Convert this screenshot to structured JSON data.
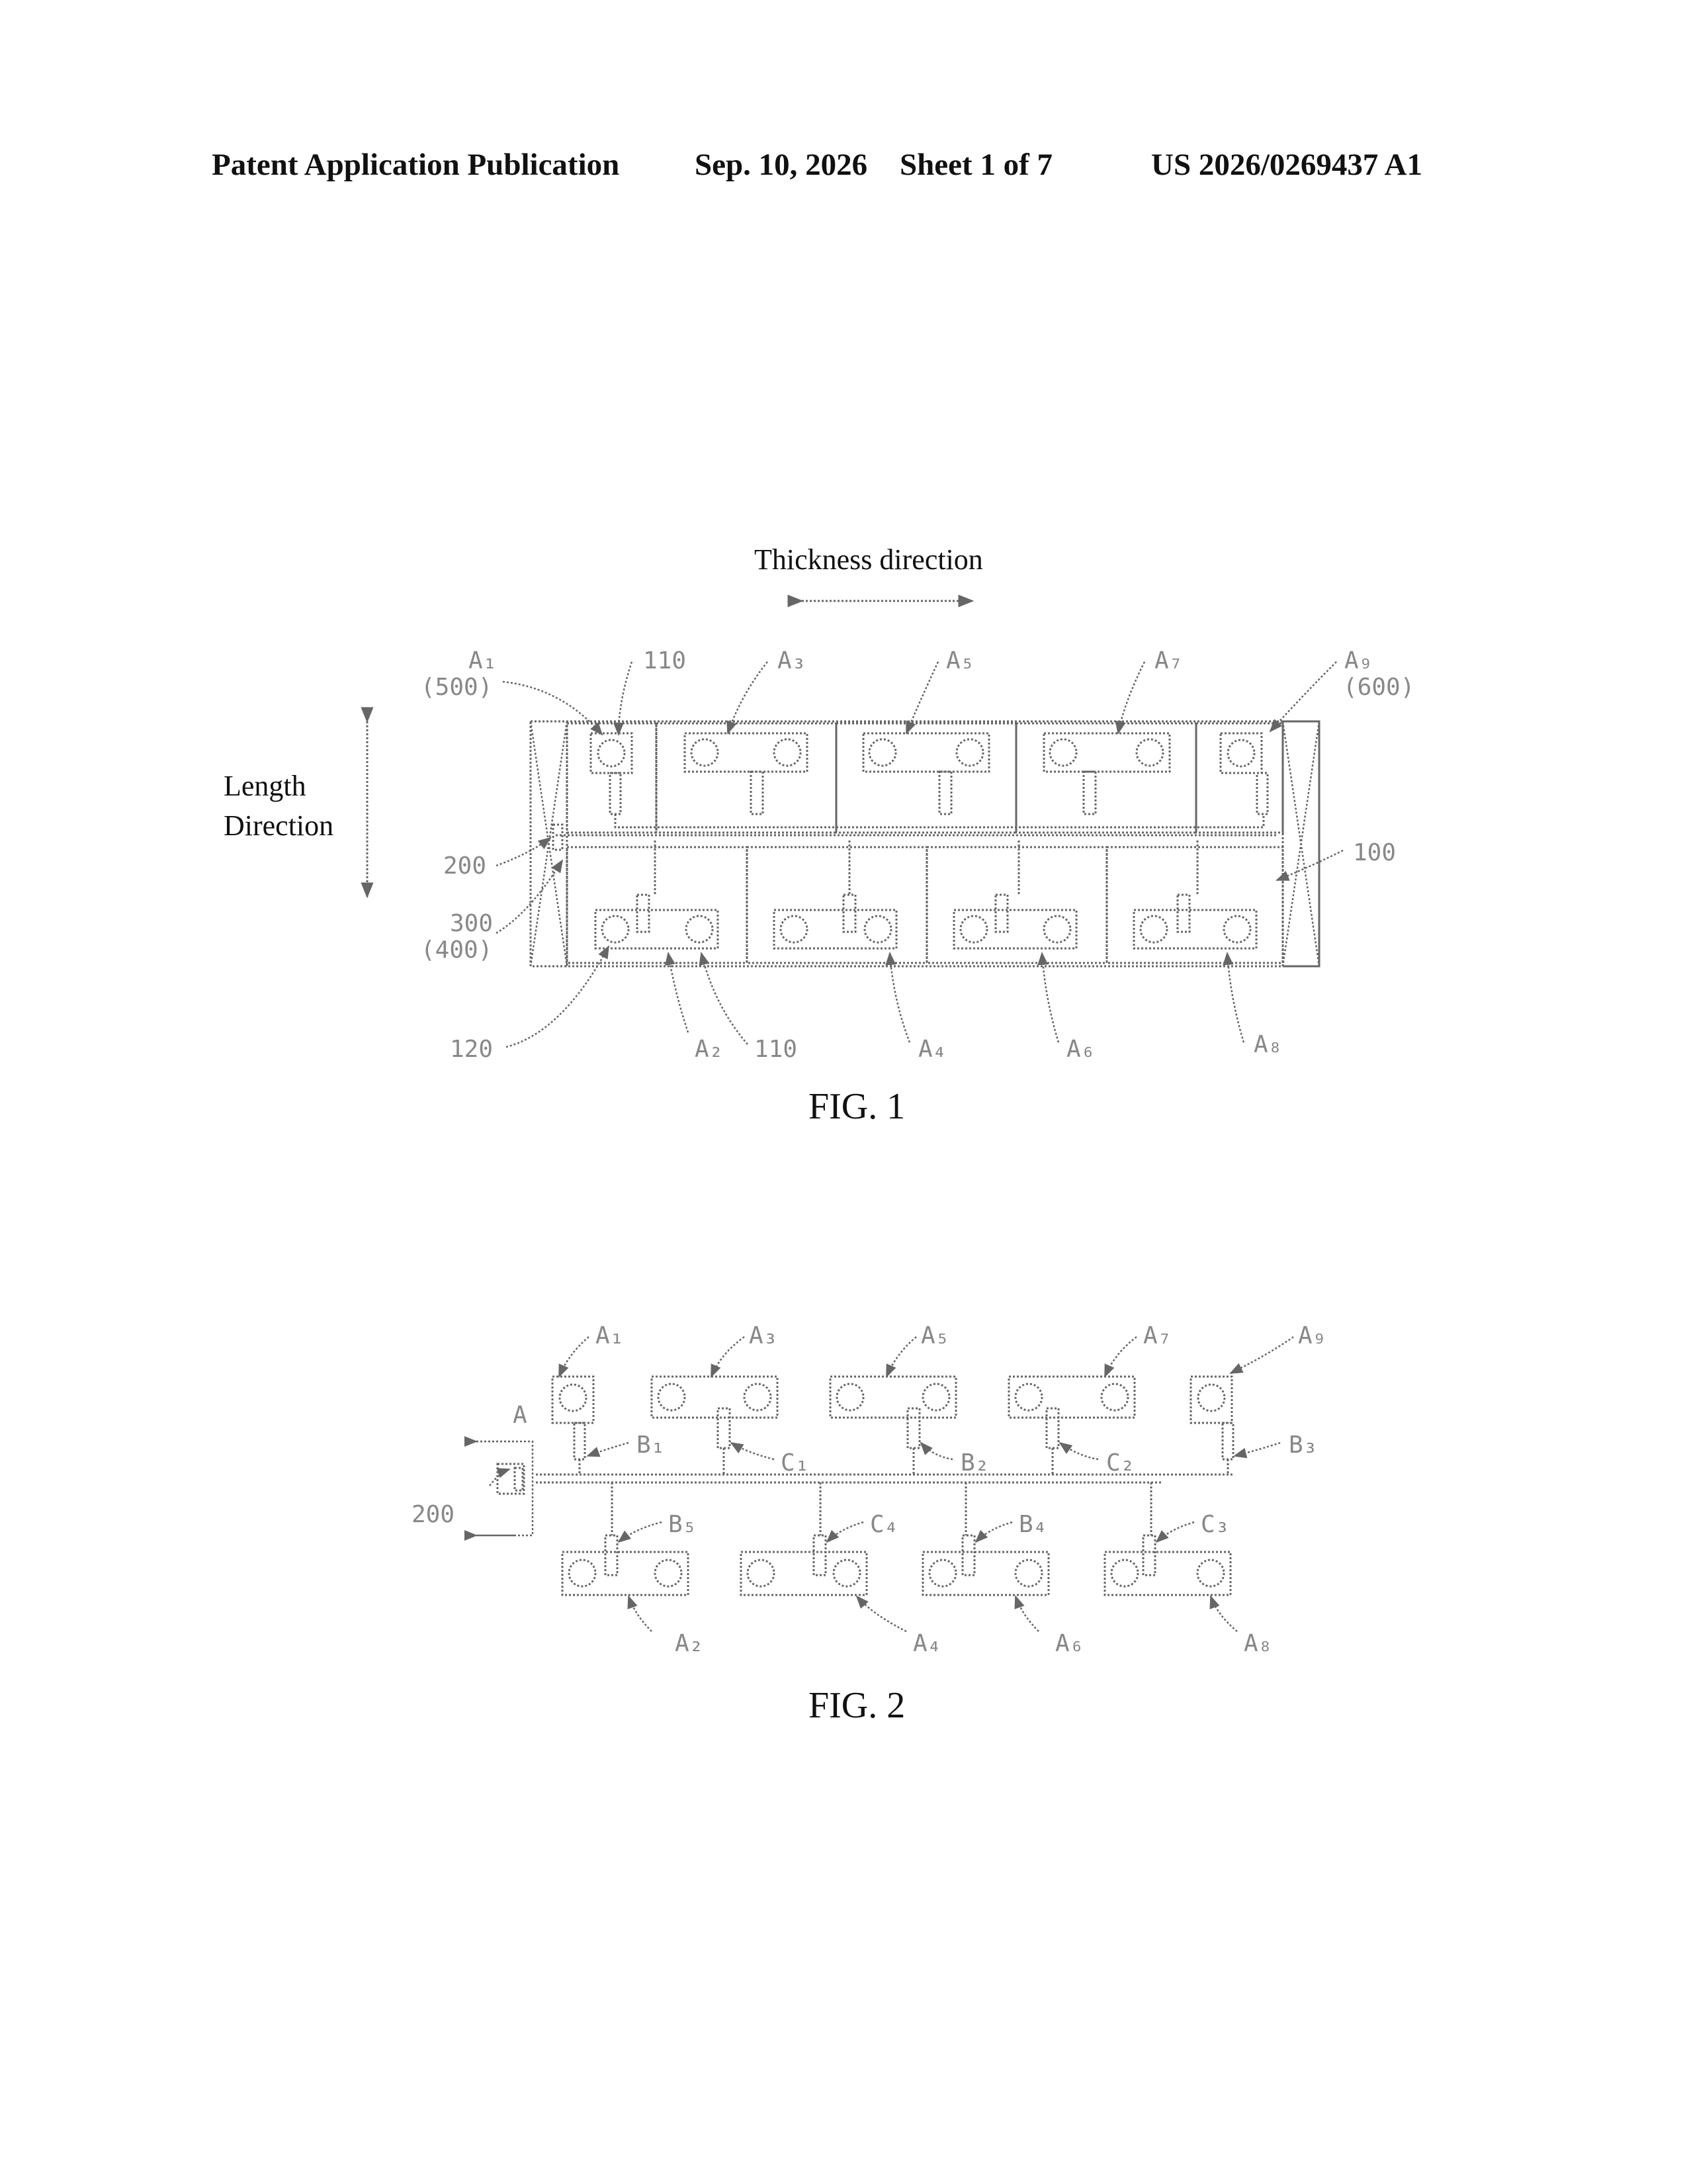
{
  "header": {
    "left": "Patent Application Publication",
    "date": "Sep. 10, 2026",
    "sheet": "Sheet 1 of 7",
    "number": "US 2026/0269437 A1"
  },
  "fig1": {
    "caption": "FIG. 1",
    "thickness_label": "Thickness direction",
    "length_label_1": "Length",
    "length_label_2": "Direction",
    "labels": {
      "a1": "A₁",
      "a1_sub": "(500)",
      "a3": "A₃",
      "a5": "A₅",
      "a7": "A₇",
      "a9": "A₉",
      "a9_sub": "(600)",
      "a2": "A₂",
      "a4": "A₄",
      "a6": "A₆",
      "a8": "A₈",
      "r110_top": "110",
      "r110_bot": "110",
      "r100": "100",
      "r200": "200",
      "r300": "300",
      "r400": "(400)",
      "r120": "120"
    }
  },
  "fig2": {
    "caption": "FIG. 2",
    "labels": {
      "a1": "A₁",
      "a3": "A₃",
      "a5": "A₅",
      "a7": "A₇",
      "a9": "A₉",
      "a2": "A₂",
      "a4": "A₄",
      "a6": "A₆",
      "a8": "A₈",
      "b1": "B₁",
      "b2": "B₂",
      "b3": "B₃",
      "b4": "B₄",
      "b5": "B₅",
      "c1": "C₁",
      "c2": "C₂",
      "c3": "C₃",
      "c4": "C₄",
      "a_section": "A",
      "r200": "200"
    }
  }
}
